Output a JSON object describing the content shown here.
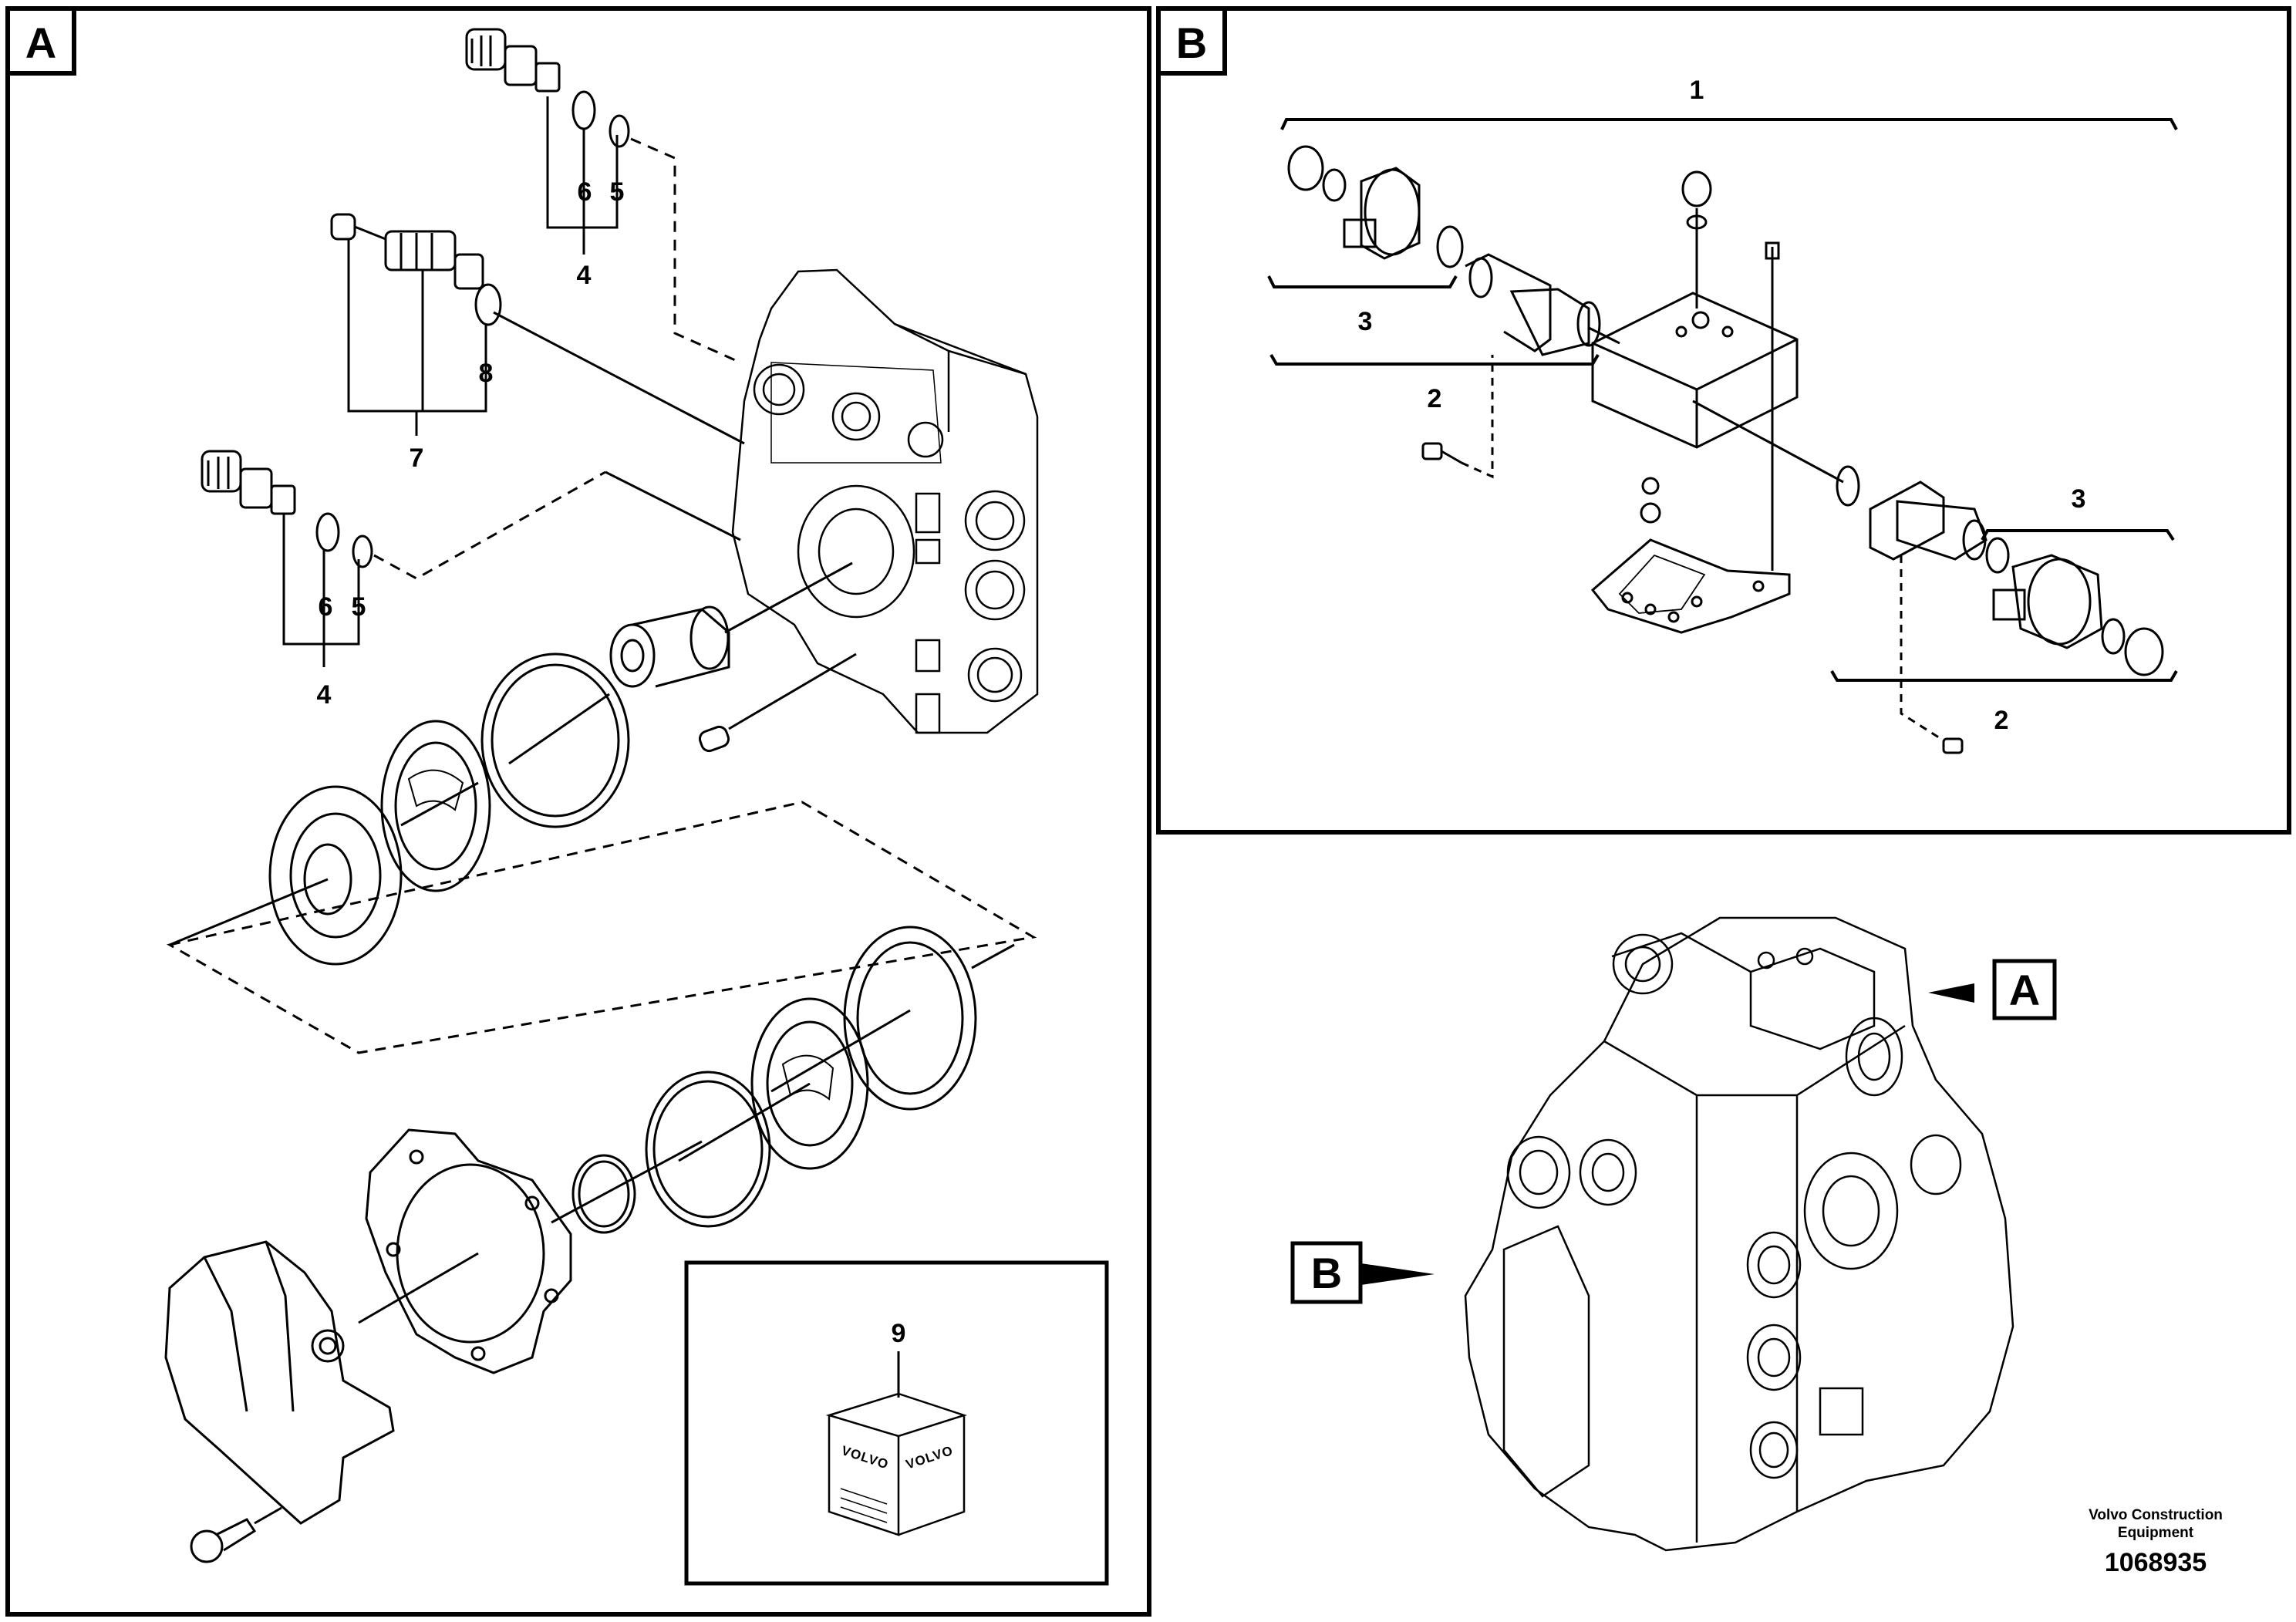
{
  "panels": {
    "a": {
      "letter": "A"
    },
    "b": {
      "letter": "B"
    },
    "overview_a": {
      "letter": "A"
    },
    "overview_b": {
      "letter": "B"
    }
  },
  "callouts_a": {
    "upper_oring_left": "6",
    "upper_oring_right": "5",
    "upper_group": "4",
    "middle_oring": "8",
    "middle_group": "7",
    "lower_oring_left": "6",
    "lower_oring_right": "5",
    "lower_group": "4",
    "kit_item": "9"
  },
  "kit_box": {
    "brand_left": "VOLVO",
    "brand_right": "VOLVO"
  },
  "callouts_b": {
    "assembly_top": "1",
    "solenoid_left": "3",
    "valve_left": "2",
    "solenoid_right": "3",
    "valve_right": "2"
  },
  "footer": {
    "company_line1": "Volvo Construction",
    "company_line2": "Equipment",
    "drawing_number": "1068935"
  }
}
